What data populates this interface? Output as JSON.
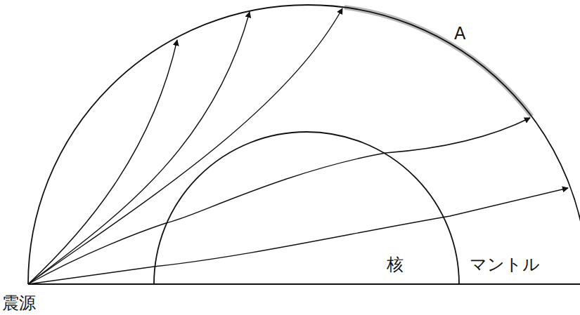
{
  "diagram": {
    "labels": [
      "A",
      "核",
      "マントル",
      "震源"
    ]
  }
}
